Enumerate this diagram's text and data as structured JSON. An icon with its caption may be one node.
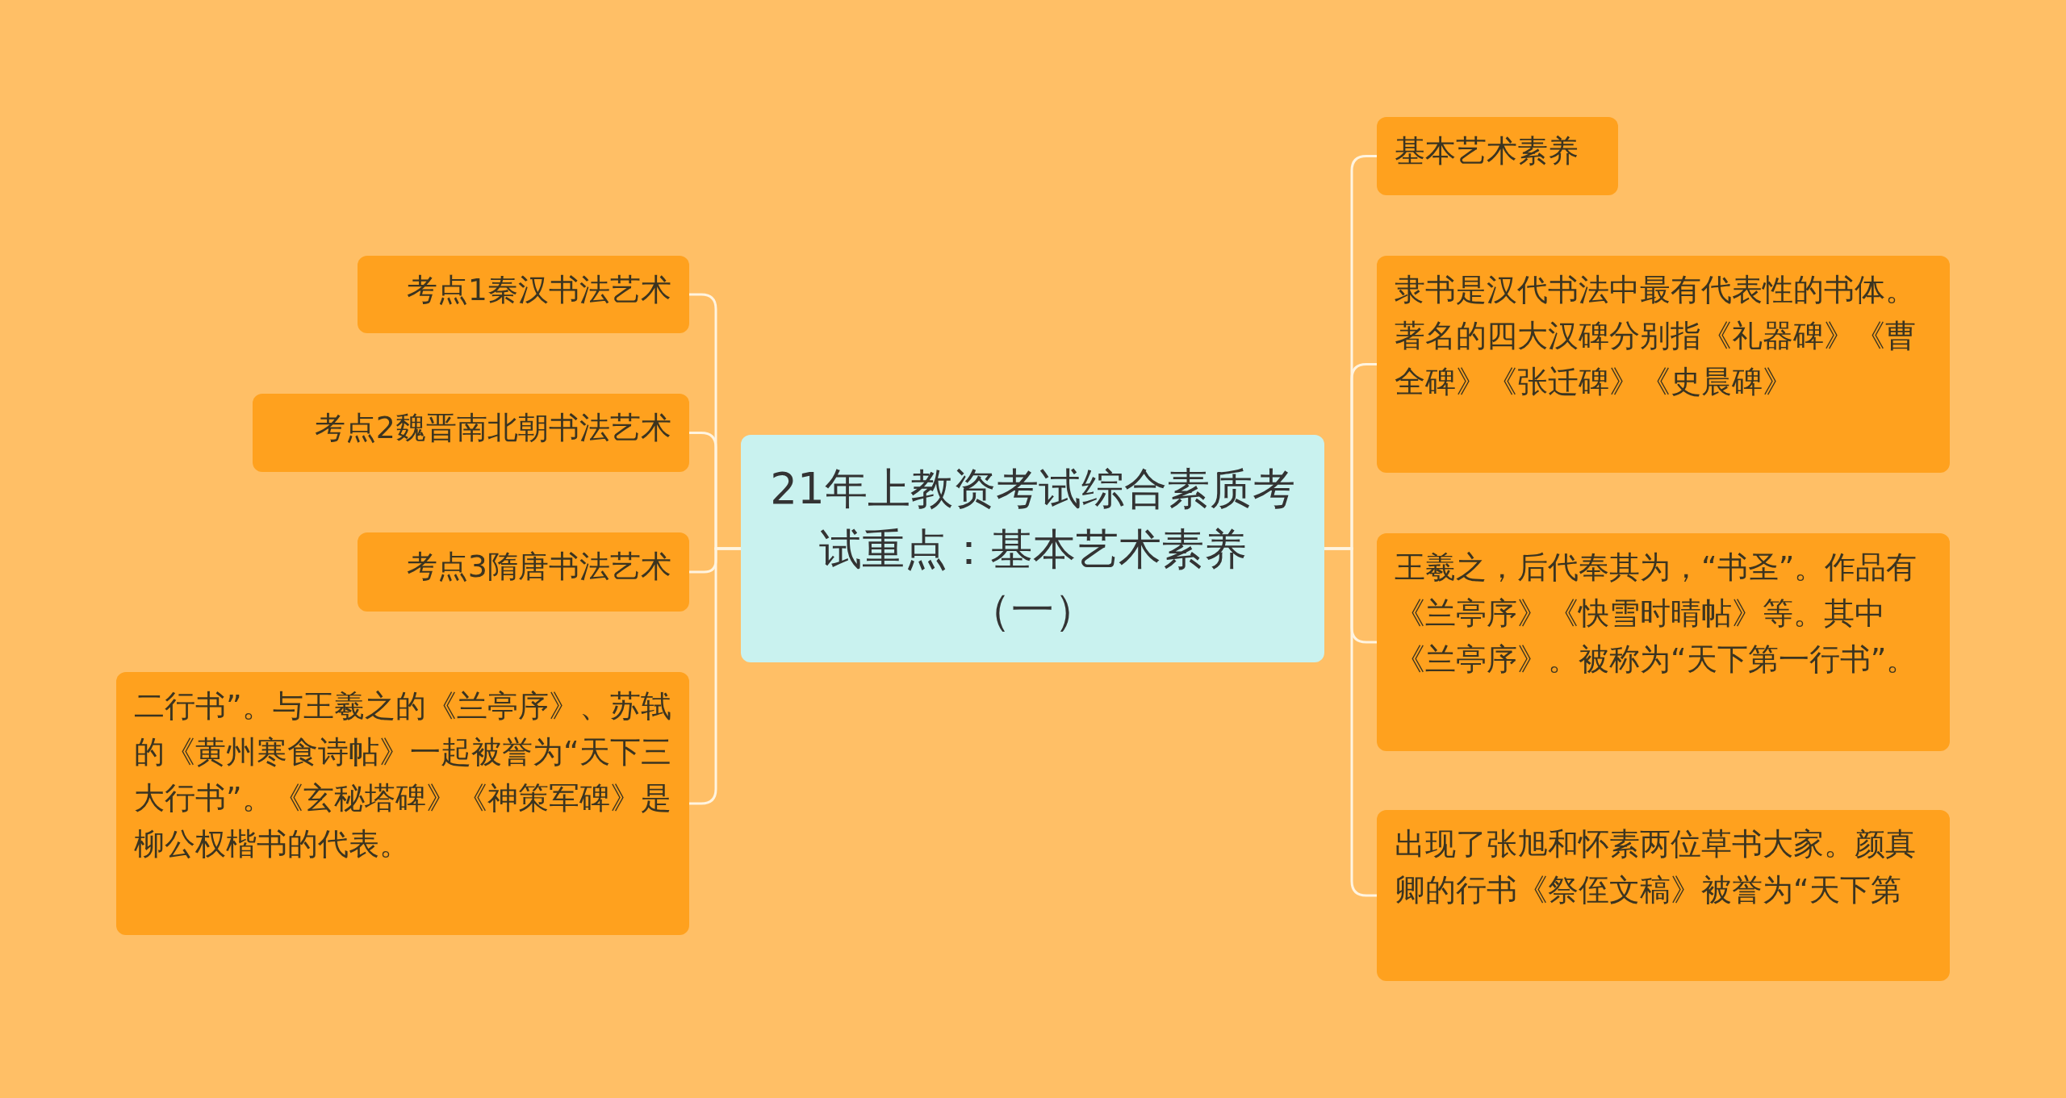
{
  "diagram": {
    "nodes": [
      {
        "text": [
          "21年上教资考试综合素质考试重点：基本艺术素养（一）"
        ]
      },
      {
        "text": [
          "基本艺术素养"
        ]
      },
      {
        "text": [
          "隶书是汉代书法中最有代表性的书体。著名的四大汉碑分别指《礼器碑》《曹全碑》《张迁碑》《史晨碑》"
        ]
      },
      {
        "text": [
          "王羲之，后代奉其为，“书圣”。作品有《兰亭序》《快雪时晴帖》等。其中《兰亭序》。被称为“天下第一行书”。"
        ]
      },
      {
        "text": [
          "出现了张旭和怀素两位草书大家。颜真卿的行书《祭侄文稿》被誉为“天下第"
        ]
      },
      {
        "text": [
          "考点1秦汉书法艺术"
        ]
      },
      {
        "text": [
          "考点2魏晋南北朝书法艺术"
        ]
      },
      {
        "text": [
          "考点3隋唐书法艺术"
        ]
      },
      {
        "text": [
          "二行书”。与王羲之的《兰亭序》、苏轼的《黄州寒食诗帖》一起被誉为“天下三大行书”。《玄秘塔碑》《神策军碑》是柳公权楷书的代表。"
        ]
      }
    ],
    "edges": [
      {
        "from": 0,
        "to": 1,
        "arrow": "none"
      },
      {
        "from": 0,
        "to": 2,
        "arrow": "none"
      },
      {
        "from": 0,
        "to": 3,
        "arrow": "none"
      },
      {
        "from": 0,
        "to": 4,
        "arrow": "none"
      },
      {
        "from": 0,
        "to": 5,
        "arrow": "none"
      },
      {
        "from": 0,
        "to": 6,
        "arrow": "none"
      },
      {
        "from": 0,
        "to": 7,
        "arrow": "none"
      },
      {
        "from": 0,
        "to": 8,
        "arrow": "none"
      }
    ]
  }
}
